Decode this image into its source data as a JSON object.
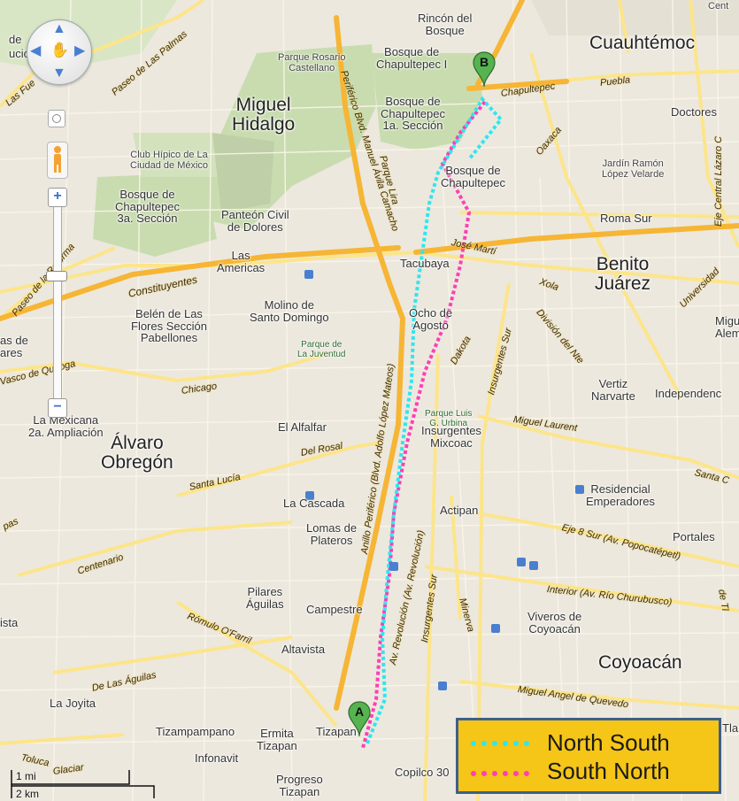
{
  "map": {
    "labels": {
      "rincon": "Rincón del\nBosque",
      "cuauhtemoc": "Cuauhtémoc",
      "parque_rosario": "Parque Rosario\nCastellano",
      "bosque1": "Bosque de\nChapultepec I",
      "bosque1a": "Bosque de\nChapultepec\n1a. Sección",
      "miguel_hidalgo": "Miguel\nHidalgo",
      "chapultepec_rd": "Chapultepec",
      "puebla": "Puebla",
      "doctores": "Doctores",
      "oaxaca": "Oaxaca",
      "eje_central": "Eje Central Lázaro C",
      "club_hipico": "Club Hípico de La\nCiudad de México",
      "jardin": "Jardín Ramón\nLópez Velarde",
      "bosque_chap": "Bosque de\nChapultepec",
      "bosque3a": "Bosque de\nChapultepec\n3a. Sección",
      "panteon": "Panteón Civil\nde Dolores",
      "roma_sur": "Roma Sur",
      "las_americas": "Las\nAmericas",
      "tacubaya": "Tacubaya",
      "jose_marti": "José Martí",
      "benito_juarez": "Benito\nJuárez",
      "constituyentes": "Constituyentes",
      "xola": "Xola",
      "universidad": "Universidad",
      "miguel_edge": "Migu\nAlema",
      "paseo_reforma": "Paseo de la Reforma",
      "paseo_palmas": "Paseo de Las Palmas",
      "belen": "Belén de Las\nFlores Sección\nPabellones",
      "molino": "Molino de\nSanto Domingo",
      "ocho_agosto": "Ocho de\nAgosto",
      "division_norte": "División del Nte",
      "insurgentes_sur_1": "Insurgentes Sur",
      "dakota": "Dakota",
      "parque_juventud": "Parque de\nLa Juventud",
      "lares": "as de\nares",
      "vasco_quiroga": "Vasco de Quiroga",
      "chicago": "Chicago",
      "vertiz": "Vertiz\nNarvarte",
      "independencia": "Independenc",
      "mexicana": "La Mexicana\n2a. Ampliación",
      "parque_luis": "Parque Luis\nG. Urbina",
      "el_alfalfar": "El Alfalfar",
      "miguel_laurent": "Miguel Laurent",
      "alvaro_obregon": "Álvaro\nObregón",
      "santa_lucia": "Santa Lucía",
      "del_rosal": "Del Rosal",
      "insurgentes_mixcoac": "Insurgentes\nMixcoac",
      "residencial": "Residencial\nEmperadores",
      "santa_c": "Santa C",
      "la_cascada": "La Cascada",
      "actipan": "Actipan",
      "lomas_plateros": "Lomas de\nPlateros",
      "eje8": "Eje 8 Sur (Av. Popocatépetl)",
      "portales": "Portales",
      "centenario": "Centenario",
      "pas": "pas",
      "minerva": "Minerva",
      "insurgentes_sur_2": "Insurgentes Sur",
      "interior": "Interior (Av. Río Churubusco)",
      "de_tl": "de Tl",
      "pilares": "Pilares\nÁguilas",
      "campestre": "Campestre",
      "viveros": "Viveros de\nCoyoacán",
      "ista": "ista",
      "romulo": "Rómulo O'Farril",
      "altavista": "Altavista",
      "de_las_aguilas": "De Las Águilas",
      "coyoacan": "Coyoacán",
      "miguel_angel": "Miguel Angel de Quevedo",
      "la_joyita": "La Joyita",
      "tizampampano": "Tizampampano",
      "ermita": "Ermita\nTizapan",
      "tizapan": "Tizapan",
      "infonavit": "Infonavit",
      "toluca": "Toluca",
      "glaciar": "Glaciar",
      "copilco": "Copilco 30",
      "progreso": "Progreso\nTizapan",
      "tla": "Tla",
      "periferico": "Periférico Blvd. Manuel Ávila Camacho",
      "parque_lira": "Parque Lira",
      "anillo": "Anillo Periférico (Blvd. Adolfo López Mateos)",
      "revolucion": "Av. Revolución (Av. Revolución)",
      "cent": "Cent",
      "de_edge": "de",
      "ucio": "ucio",
      "las_fue": "Las Fue"
    },
    "markers": {
      "start": "A",
      "end": "B"
    },
    "scale": {
      "imperial": "1 mi",
      "metric": "2 km"
    },
    "controls": {
      "zoom_in": "+",
      "zoom_out": "−"
    }
  },
  "legend": {
    "items": [
      {
        "label": "North South",
        "color": "#2ee6f0"
      },
      {
        "label": "South North",
        "color": "#ff3fb4"
      }
    ]
  },
  "colors": {
    "background": "#ece8de",
    "park": "#c9dcb0",
    "major_road": "#f6b534",
    "road": "#fce58a",
    "route_ns": "#2ee6f0",
    "route_sn": "#ff3fb4"
  },
  "icons": [
    "pan-control-icon",
    "pegman-icon",
    "marker-a-icon",
    "marker-b-icon"
  ]
}
